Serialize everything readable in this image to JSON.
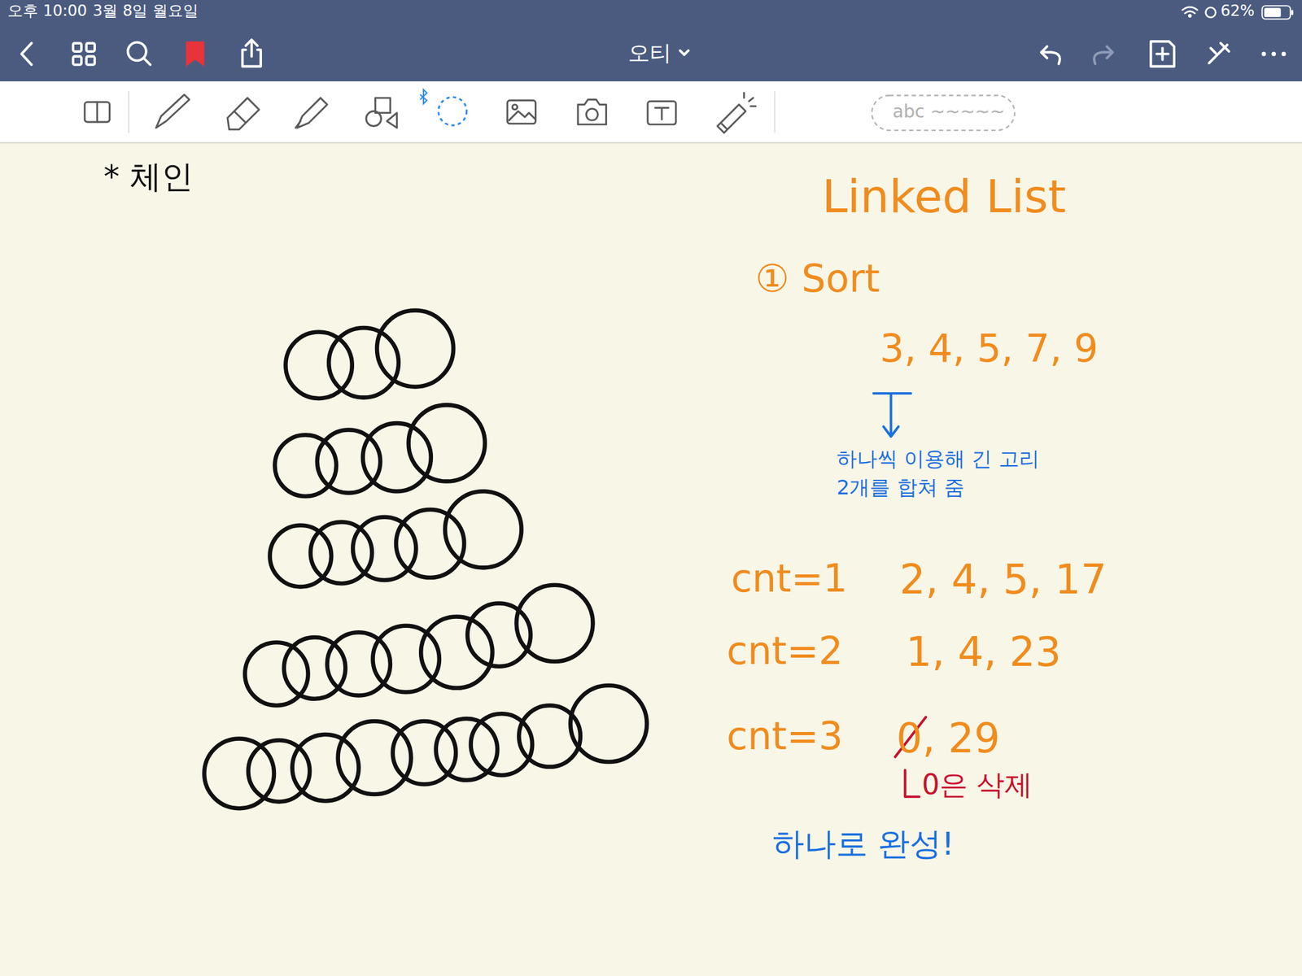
{
  "diagram": {
    "labels": [
      "오후 10:00",
      "3월 8일 월요일",
      "62%",
      "오티",
      "abc ~~~~~",
      "* 체인",
      "Linked List",
      "① Sort",
      "3, 4, 5, 7, 9",
      "하나씩 이용해 긴 고리 2개를 합쳐 줌",
      "cnt=1",
      "2, 4, 5, 17",
      "cnt=2",
      "1, 4, 23",
      "cnt=3",
      "0, 29",
      "0은 삭제",
      "하나로 완성!"
    ]
  }
}
